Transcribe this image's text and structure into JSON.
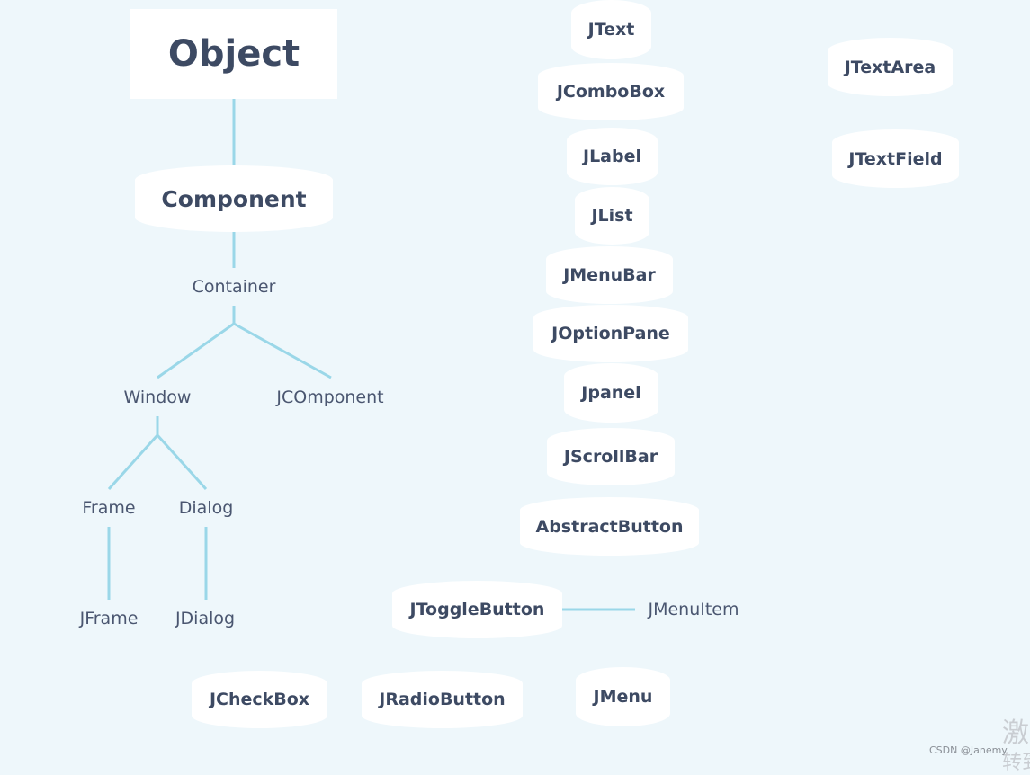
{
  "line_color": "#9ad7e8",
  "text_color": "#3d4a63",
  "background": "#eef7fb",
  "nodes": {
    "object": "Object",
    "component": "Component",
    "container": "Container",
    "window": "Window",
    "jcomponent": "JCOmponent",
    "frame": "Frame",
    "dialog": "Dialog",
    "jframe": "JFrame",
    "jdialog": "JDialog",
    "jtext": "JText",
    "jcombobox": "JComboBox",
    "jlabel": "JLabel",
    "jlist": "JList",
    "jmenubar": "JMenuBar",
    "joptionpane": "JOptionPane",
    "jpanel": "Jpanel",
    "jscrollbar": "JScrollBar",
    "abstractbutton": "AbstractButton",
    "jtogglebutton": "JToggleButton",
    "jmenuitem": "JMenuItem",
    "jcheckbox": "JCheckBox",
    "jradiobutton": "JRadioButton",
    "jmenu": "JMenu",
    "jtextarea": "JTextArea",
    "jtextfield": "JTextField"
  },
  "watermark": {
    "credit": "CSDN @Janemy",
    "cjk_1": "激",
    "cjk_2": "转到"
  }
}
